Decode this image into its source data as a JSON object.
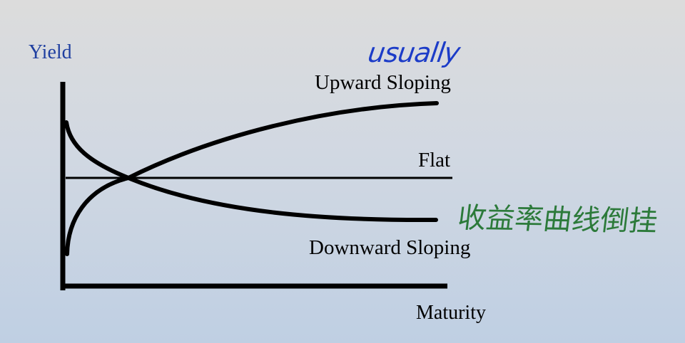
{
  "y_axis_label": "Yield",
  "x_axis_label": "Maturity",
  "curves": {
    "upward": "Upward Sloping",
    "flat": "Flat",
    "downward": "Downward Sloping"
  },
  "annotations": {
    "usually": "usually",
    "inverted": "收益率曲线倒挂"
  },
  "colors": {
    "axis_label": "#1f3fa0",
    "blue_ink": "#1c3cc8",
    "green_ink": "#2c7a3a",
    "lines": "#000000"
  }
}
